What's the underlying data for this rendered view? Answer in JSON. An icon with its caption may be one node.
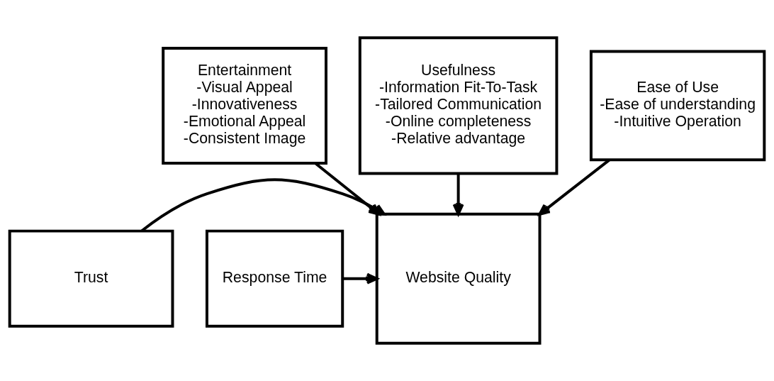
{
  "diagram": {
    "nodes": [
      {
        "text": [
          "Entertainment",
          "-Visual Appeal",
          "-Innovativeness",
          "-Emotional Appeal",
          "-Consistent Image"
        ]
      },
      {
        "text": [
          "Usefulness",
          "-Information Fit-To-Task",
          "-Tailored Communication",
          "-Online completeness",
          "-Relative advantage"
        ]
      },
      {
        "text": [
          "Ease of Use",
          "-Ease of understanding",
          "-Intuitive Operation"
        ]
      },
      {
        "text": [
          "Trust"
        ]
      },
      {
        "text": [
          "Website Quality"
        ]
      },
      {
        "text": [
          "Response Time"
        ]
      }
    ],
    "edges": [
      {
        "from": 0,
        "to": 4,
        "arrow": "to"
      },
      {
        "from": 1,
        "to": 4,
        "arrow": "to"
      },
      {
        "from": 2,
        "to": 4,
        "arrow": "to"
      },
      {
        "from": 3,
        "to": 4,
        "arrow": "to"
      },
      {
        "from": 5,
        "to": 4,
        "arrow": "to"
      }
    ]
  }
}
